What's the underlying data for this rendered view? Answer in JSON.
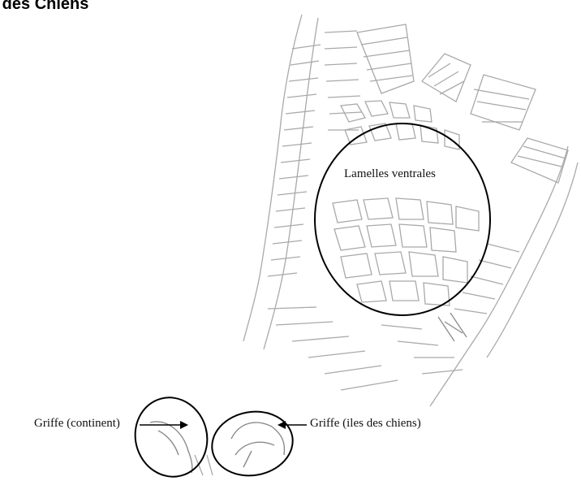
{
  "title": "s des Chiens",
  "labels": {
    "lamelles": "Lamelles ventrales",
    "griffe_continent": "Griffe (continent)",
    "griffe_iles": "Griffe (iles des chiens)"
  },
  "colors": {
    "sketch": "#a9a9a9",
    "sketch_dark": "#8a8a8a",
    "annotation": "#000000",
    "background": "#ffffff"
  }
}
